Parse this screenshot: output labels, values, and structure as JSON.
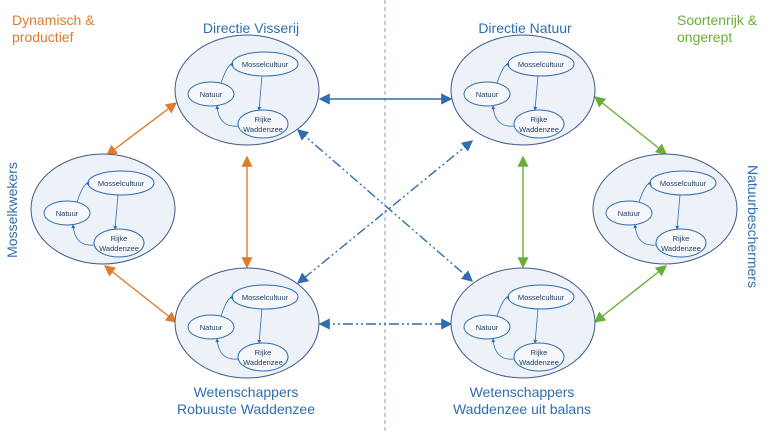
{
  "corners": {
    "top_left": [
      "Dynamisch &",
      "productief"
    ],
    "top_right": [
      "Soortenrijk &",
      "ongerept"
    ]
  },
  "headings": {
    "visserij": "Directie Visserij",
    "natuur": "Directie Natuur",
    "wet_robuust": [
      "Wetenschappers",
      "Robuuste Waddenzee"
    ],
    "wet_uit_balans": [
      "Wetenschappers",
      "Waddenzee uit balans"
    ]
  },
  "sides": {
    "left": "Mosselkwekers",
    "right": "Natuurbeschermers"
  },
  "node_labels": {
    "mossel": "Mosselcultuur",
    "natuur": "Natuur",
    "rijke": [
      "Rijke",
      "Waddenzee"
    ]
  },
  "colors": {
    "orange": "#E07B2E",
    "green": "#6AAE3A",
    "blue": "#2E6EAE",
    "ellipse_fill": "#EDF1F8",
    "ellipse_stroke": "#3F5A8A"
  }
}
